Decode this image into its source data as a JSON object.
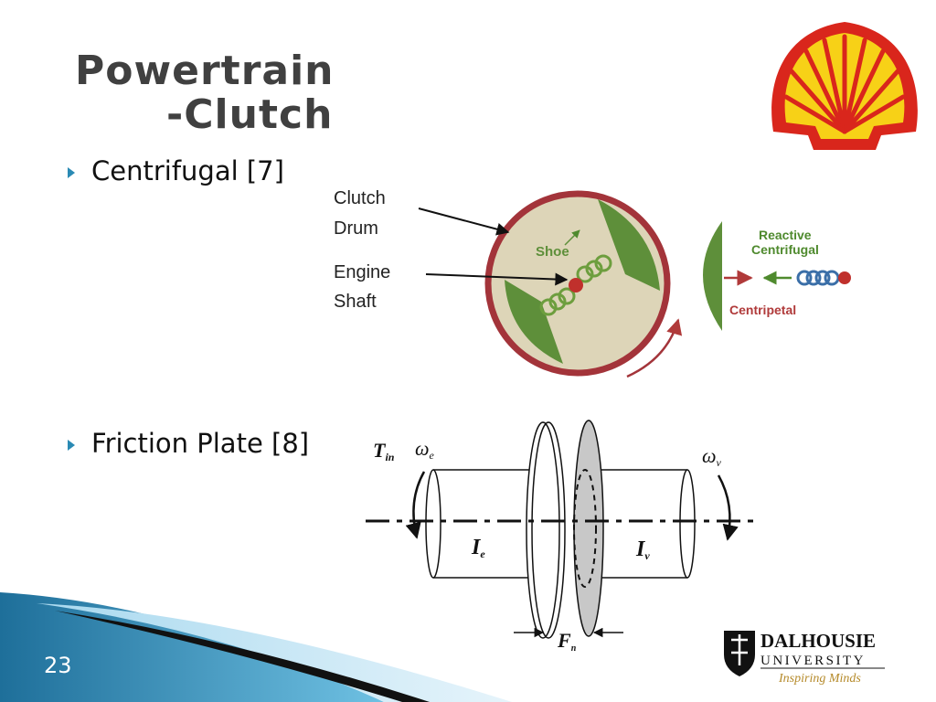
{
  "slide": {
    "title_line1": "Powertrain",
    "title_line2": "-Clutch",
    "number": "23"
  },
  "bullets": [
    {
      "text": "Centrifugal [7]"
    },
    {
      "text": "Friction Plate [8]"
    }
  ],
  "clutch_diagram": {
    "label_drum_1": "Clutch",
    "label_drum_2": "Drum",
    "label_shoe": "Shoe",
    "label_engine_1": "Engine",
    "label_engine_2": "Shaft",
    "label_reactive_1": "Reactive",
    "label_reactive_2": "Centrifugal",
    "label_centripetal": "Centripetal"
  },
  "friction_diagram": {
    "label_tin": "T",
    "label_tin_sub": "in",
    "label_we": "ω",
    "label_we_sub": "e",
    "label_ie": "I",
    "label_ie_sub": "e",
    "label_iv": "I",
    "label_iv_sub": "v",
    "label_wv": "ω",
    "label_wv_sub": "v",
    "label_fn": "F",
    "label_fn_sub": "n"
  },
  "logos": {
    "shell": "shell-logo",
    "dalhousie_name": "DALHOUSIE",
    "dalhousie_sub": "UNIVERSITY",
    "dalhousie_motto": "Inspiring Minds"
  },
  "colors": {
    "shell_red": "#d9261c",
    "shell_yellow": "#f7d117",
    "drum_red": "#b03a3a",
    "shoe_green": "#5e8f3a",
    "bullet_blue": "#2a8ab4"
  }
}
